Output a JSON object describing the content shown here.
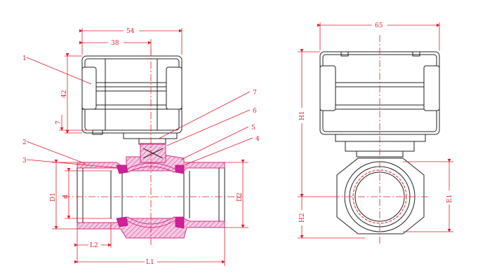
{
  "colors": {
    "dimension": "#e01e2a",
    "outline": "#222222",
    "section": "#d0307a",
    "seal": "#d0209a"
  },
  "front_view": {
    "dims": {
      "width_overall": "54",
      "width_partial": "38",
      "height_actuator": "42",
      "height_small": "7"
    },
    "callouts": [
      "1",
      "2",
      "3",
      "4",
      "5",
      "6",
      "7"
    ],
    "labels": {
      "D1": "D1",
      "d": "d",
      "D2": "D2",
      "L2": "L2",
      "L1": "L1"
    }
  },
  "side_view": {
    "dims": {
      "width": "65"
    },
    "labels": {
      "H1": "H1",
      "H2": "H2",
      "E1": "E1"
    }
  }
}
